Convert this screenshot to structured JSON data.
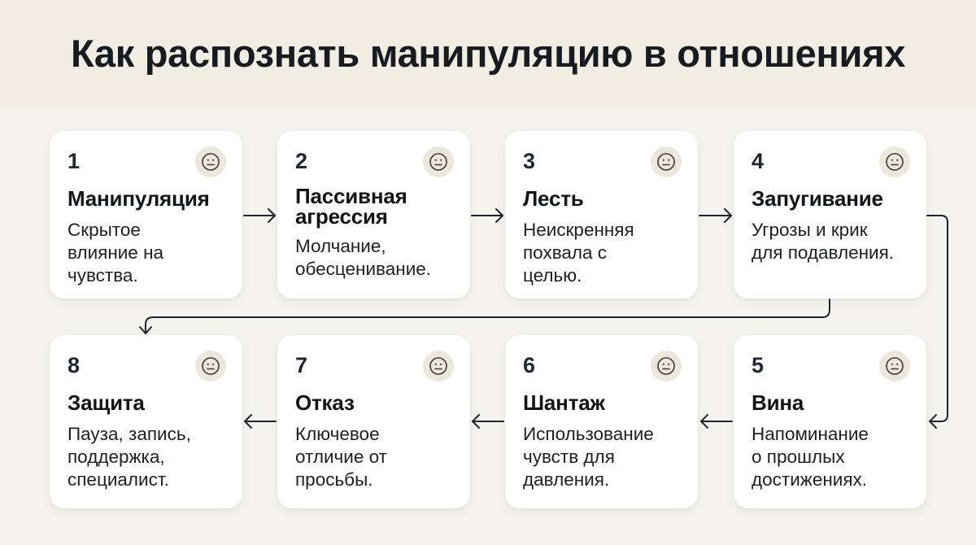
{
  "header": {
    "title": "Как распознать манипуляцию в отношениях"
  },
  "steps": [
    {
      "number": "1",
      "title": "Манипуляция",
      "description": "Скрытое\nвлияние на\nчувства.",
      "icon": "neutral-face-icon"
    },
    {
      "number": "2",
      "title": "Пассивная\nагрессия",
      "description": "Молчание,\nобесценивание.",
      "icon": "neutral-face-icon"
    },
    {
      "number": "3",
      "title": "Лесть",
      "description": "Неискренняя\nпохвала с\nцелью.",
      "icon": "neutral-face-icon"
    },
    {
      "number": "4",
      "title": "Запугивание",
      "description": "Угрозы и крик\nдля подавления.",
      "icon": "neutral-face-icon"
    },
    {
      "number": "5",
      "title": "Вина",
      "description": "Напоминание\nо прошлых\nдостижениях.",
      "icon": "neutral-face-icon"
    },
    {
      "number": "6",
      "title": "Шантаж",
      "description": "Использование\nчувств для\nдавления.",
      "icon": "neutral-face-icon"
    },
    {
      "number": "7",
      "title": "Отказ",
      "description": "Ключевое\nотличие от\nпросьбы.",
      "icon": "neutral-face-icon"
    },
    {
      "number": "8",
      "title": "Защита",
      "description": "Пауза, запись,\nподдержка,\nспециалист.",
      "icon": "neutral-face-icon"
    }
  ],
  "colors": {
    "header_bg": "#f1ede2",
    "page_bg": "#f6f4ef",
    "card_bg": "#ffffff",
    "icon_bg": "#ece6db",
    "text": "#171b22",
    "connector": "#1e2530"
  },
  "flow": [
    "1→2",
    "2→3",
    "3→4",
    "4→5",
    "5→6",
    "6→7",
    "7→8",
    "4→8"
  ]
}
